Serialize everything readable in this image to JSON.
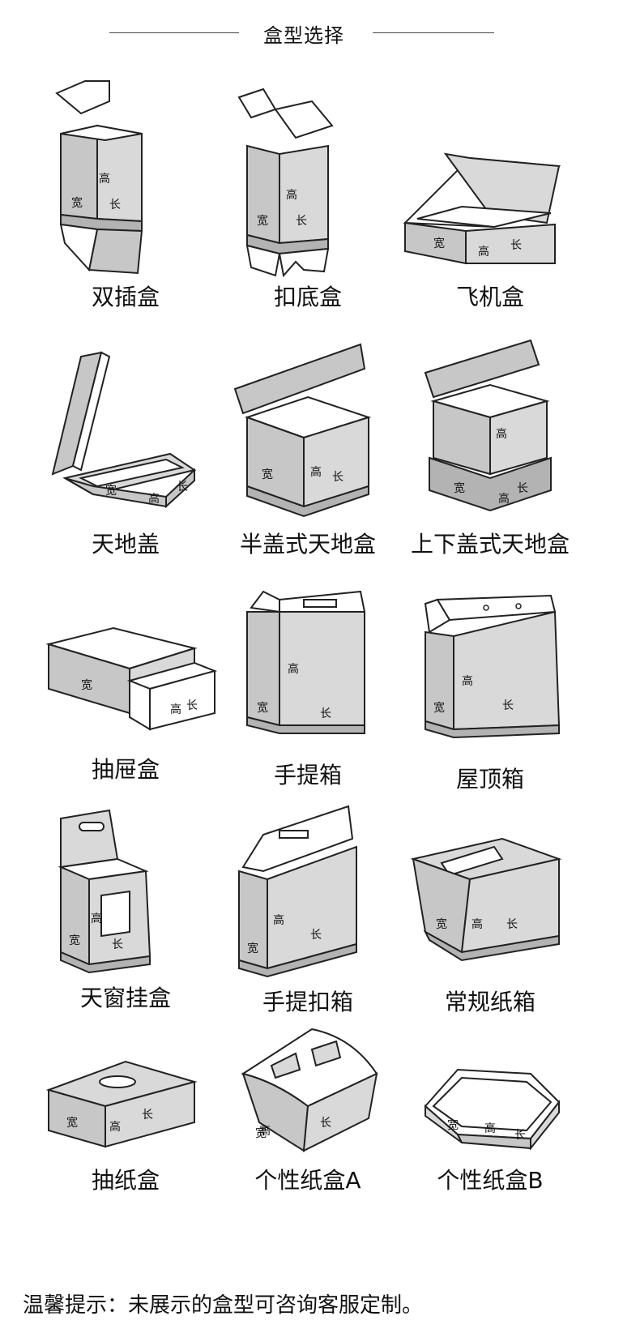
{
  "header": {
    "title": "盒型选择"
  },
  "dimension_labels": {
    "width": "宽",
    "height": "高",
    "length": "长"
  },
  "boxes": [
    {
      "label": "双插盒",
      "icon": "tuck-end-box-icon"
    },
    {
      "label": "扣底盒",
      "icon": "lock-bottom-box-icon"
    },
    {
      "label": "飞机盒",
      "icon": "mailer-box-icon"
    },
    {
      "label": "天地盖",
      "icon": "lid-base-box-icon"
    },
    {
      "label": "半盖式天地盒",
      "icon": "half-lid-box-icon"
    },
    {
      "label": "上下盖式天地盒",
      "icon": "top-bottom-lid-box-icon"
    },
    {
      "label": "抽屉盒",
      "icon": "drawer-box-icon"
    },
    {
      "label": "手提箱",
      "icon": "handle-carton-icon"
    },
    {
      "label": "屋顶箱",
      "icon": "gable-top-box-icon"
    },
    {
      "label": "天窗挂盒",
      "icon": "window-hang-box-icon"
    },
    {
      "label": "手提扣箱",
      "icon": "handle-lock-carton-icon"
    },
    {
      "label": "常规纸箱",
      "icon": "standard-carton-icon"
    },
    {
      "label": "抽纸盒",
      "icon": "tissue-box-icon"
    },
    {
      "label": "个性纸盒A",
      "icon": "custom-tray-a-icon"
    },
    {
      "label": "个性纸盒B",
      "icon": "custom-hexagon-tray-b-icon"
    }
  ],
  "footer": {
    "note": "温馨提示：未展示的盒型可咨询客服定制。"
  }
}
